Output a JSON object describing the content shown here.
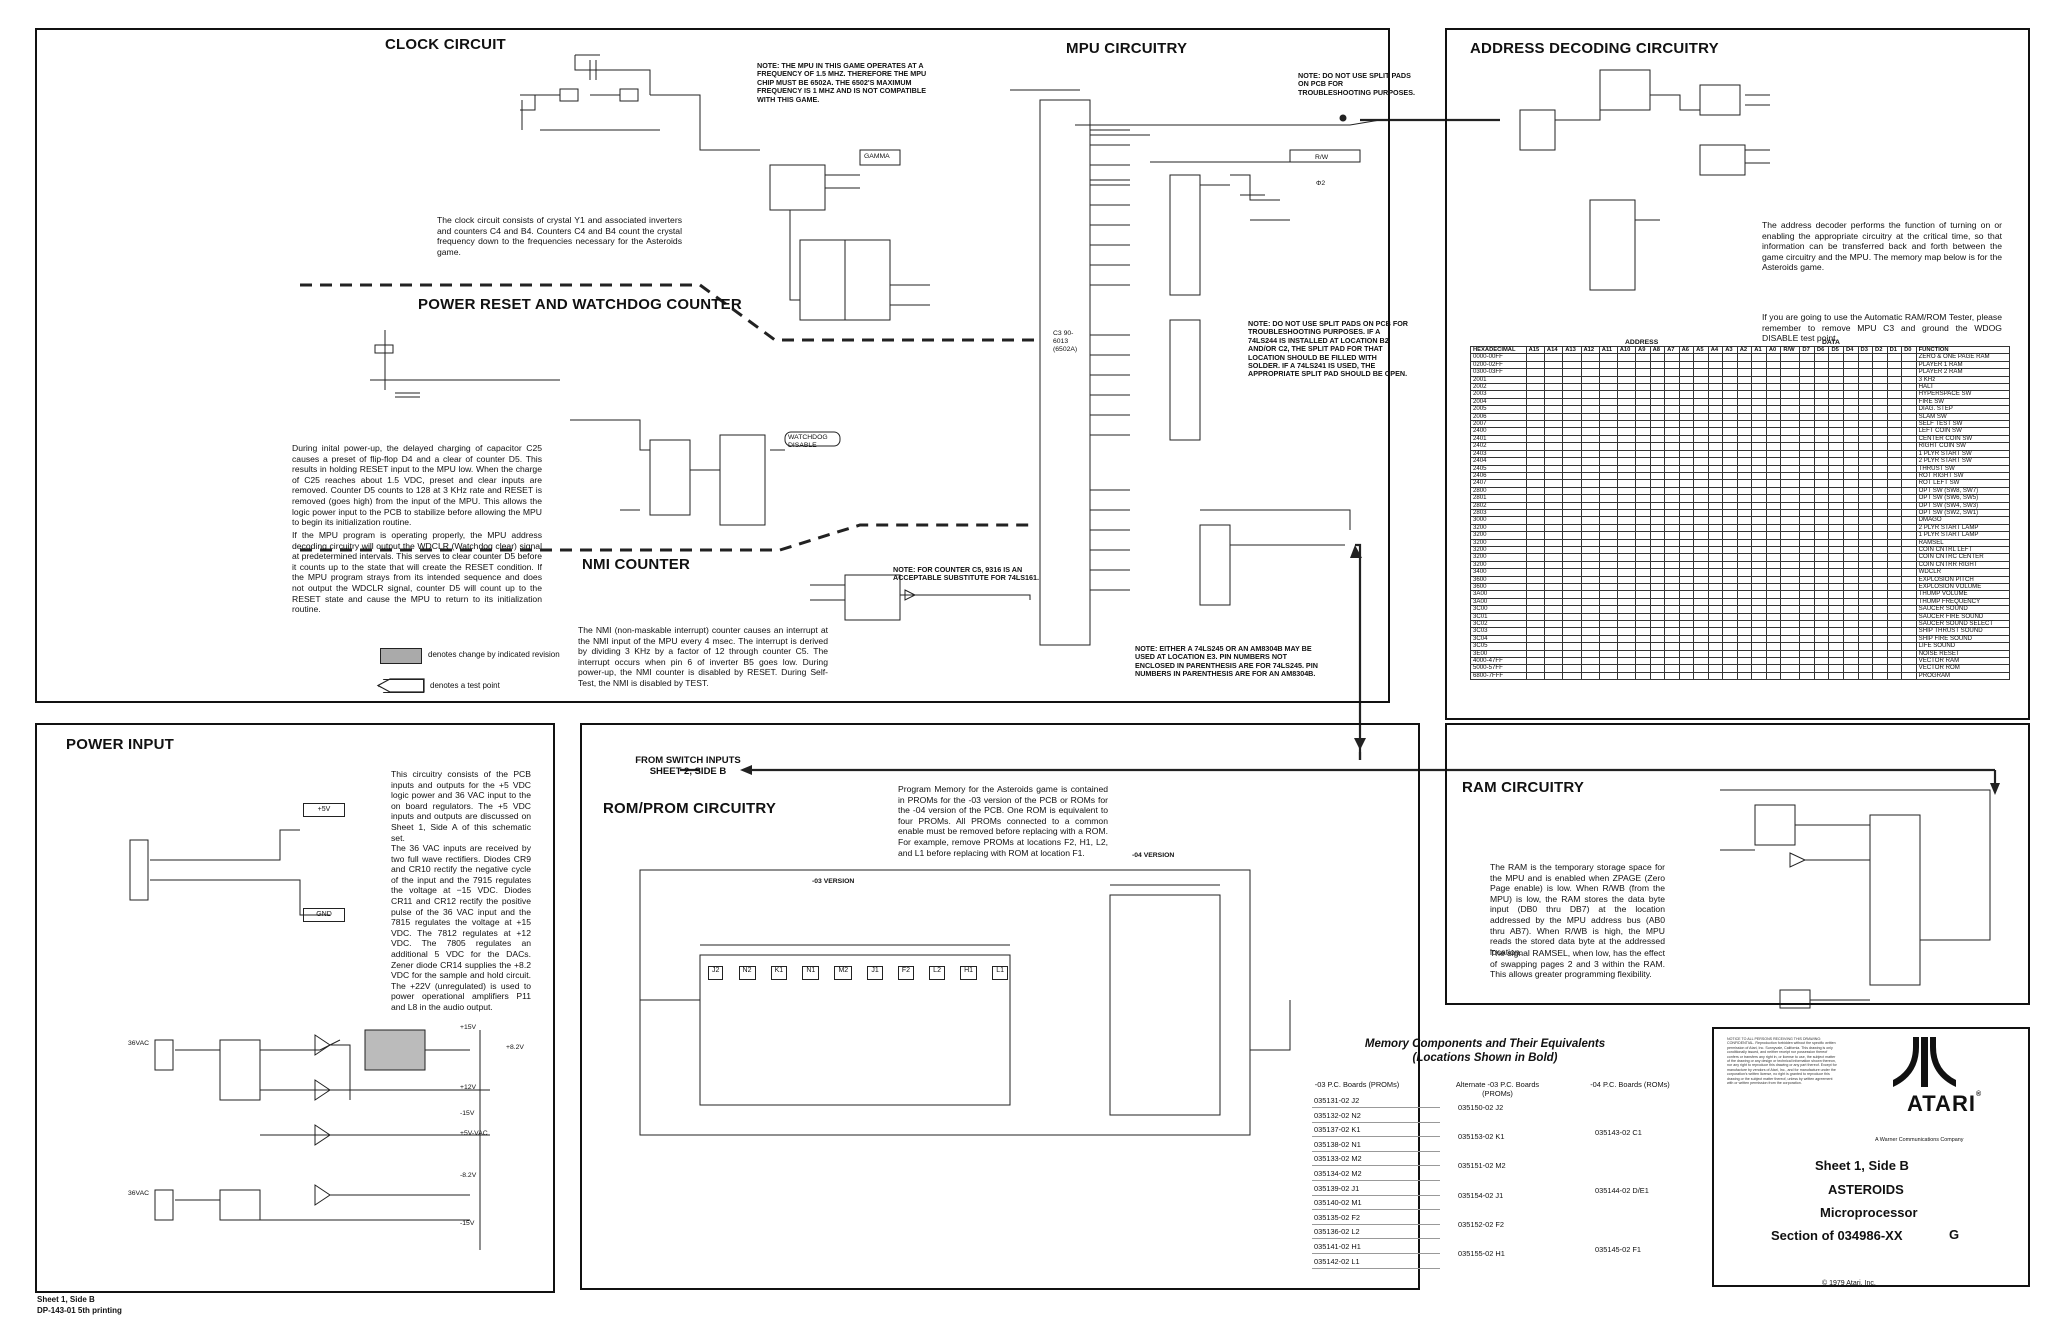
{
  "sections": {
    "clock": {
      "title": "CLOCK CIRCUIT",
      "text": "The clock circuit consists of crystal Y1 and associated inverters and counters C4 and B4. Counters C4 and B4 count the crystal frequency down to the frequencies necessary for the Asteroids game."
    },
    "power_reset": {
      "title": "POWER RESET AND WATCHDOG COUNTER",
      "text1": "During inital power-up, the delayed charging of capacitor C25 causes a preset of flip-flop D4 and a clear of counter D5. This results in holding RESET input to the MPU low. When the charge of C25 reaches about 1.5 VDC, preset and clear inputs are removed. Counter D5 counts to 128 at 3 KHz rate and RESET is removed (goes high) from the input of the MPU. This allows the logic power input to the PCB to stabilize before allowing the MPU to begin its initialization routine.",
      "text2": "If the MPU program is operating properly, the MPU address decoding circuitry will output the WDCLR (Watchdog clear) signal at predetermined intervals. This serves to clear counter D5 before it counts up to the state that will create the RESET condition. If the MPU program strays from its intended sequence and does not output the WDCLR signal, counter D5 will count up to the RESET state and cause the MPU to return to its initialization routine."
    },
    "nmi": {
      "title": "NMI COUNTER",
      "note": "NOTE: FOR COUNTER C5, 9316 IS AN ACCEPTABLE SUBSTITUTE FOR 74LS161.",
      "text": "The NMI (non-maskable interrupt) counter causes an interrupt at the NMI input of the MPU every 4 msec. The interrupt is derived by dividing 3 KHz by a factor of 12 through counter C5. The interrupt occurs when pin 6 of inverter B5 goes low. During power-up, the NMI counter is disabled by RESET. During Self-Test, the NMI is disabled by TEST."
    },
    "mpu": {
      "title": "MPU CIRCUITRY",
      "note1": "NOTE: THE MPU IN THIS GAME OPERATES AT A FREQUENCY OF 1.5 MHZ. THEREFORE THE MPU CHIP MUST BE 6502A. THE 6502'S MAXIMUM FREQUENCY IS 1 MHZ AND IS NOT COMPATIBLE WITH THIS GAME.",
      "note2": "NOTE: DO NOT USE SPLIT PADS ON PCB FOR TROUBLESHOOTING PURPOSES.",
      "note3": "NOTE: DO NOT USE SPLIT PADS ON PCB FOR TROUBLESHOOTING PURPOSES. IF A 74LS244 IS INSTALLED AT LOCATION B2 AND/OR C2, THE SPLIT PAD FOR THAT LOCATION SHOULD BE FILLED WITH SOLDER. IF A 74LS241 IS USED, THE APPROPRIATE SPLIT PAD SHOULD BE OPEN.",
      "note4": "NOTE: EITHER A 74LS245 OR AN AM8304B MAY BE USED AT LOCATION E3. PIN NUMBERS NOT ENCLOSED IN PARENTHESIS ARE FOR 74LS245. PIN NUMBERS IN PARENTHESIS ARE FOR AN AM8304B.",
      "chip_label": "C3 90-6013 (6502A)",
      "gamma": "GAMMA",
      "watchdog": "WATCHDOG DISABLE",
      "rw": "R/W",
      "phi2": "Φ2"
    },
    "address": {
      "title": "ADDRESS DECODING CIRCUITRY",
      "text1": "The address decoder performs the function of turning on or enabling the appropriate circuitry at the critical time, so that information can be transferred back and forth between the game circuitry and the MPU. The memory map below is for the Asteroids game.",
      "text2": "If you are going to use the Automatic RAM/ROM Tester, please remember to remove MPU C3 and ground the WDOG DISABLE test point."
    },
    "power_input": {
      "title": "POWER INPUT",
      "text1": "This circuitry consists of the PCB inputs and outputs for the +5 VDC logic power and 36 VAC input to the on board regulators. The +5 VDC inputs and outputs are discussed on Sheet 1, Side A of this schematic set.",
      "text2": "The 36 VAC inputs are received by two full wave rectifiers. Diodes CR9 and CR10 rectify the negative cycle of the input and the 7915 regulates the voltage at −15 VDC. Diodes CR11 and CR12 rectify the positive pulse of the 36 VAC input and the 7815 regulates the voltage at +15 VDC. The 7812 regulates at +12 VDC. The 7805 regulates an additional 5 VDC for the DACs. Zener diode CR14 supplies the +8.2 VDC for the sample and hold circuit. The +22V (unregulated) is used to power operational amplifiers P11 and L8 in the audio output.",
      "labels": [
        "+5V",
        "GND",
        "36VAC",
        "36VAC",
        "+15V",
        "+12V",
        "-15V",
        "+5V-VAC",
        "-8.2V",
        "+8.2V",
        "-15V"
      ]
    },
    "rom": {
      "title": "ROM/PROM CIRCUITRY",
      "from_switch": "FROM SWITCH INPUTS SHEET 2, SIDE B",
      "text": "Program Memory for the Asteroids game is contained in PROMs for the -03 version of the PCB or ROMs for the -04 version of the PCB. One ROM is equivalent to four PROMs. All PROMs connected to a common enable must be removed before replacing with a ROM. For example, remove PROMs at locations F2, H1, L2, and L1 before replacing with ROM at location F1.",
      "v03": "-03 VERSION",
      "v04": "-04 VERSION",
      "prom_chips": [
        "J2",
        "N2",
        "K1",
        "N1",
        "M2",
        "J1",
        "F2",
        "L2",
        "H1",
        "L1"
      ]
    },
    "ram": {
      "title": "RAM CIRCUITRY",
      "text1": "The RAM is the temporary storage space for the MPU and is enabled when ZPAGE (Zero Page enable) is low. When R/WB (from the MPU) is low, the RAM stores the data byte input (DB0 thru DB7) at the location addressed by the MPU address bus (AB0 thru AB7). When R/WB is high, the MPU reads the stored data byte at the addressed location.",
      "text2": "The signal RAMSEL, when low, has the effect of swapping pages 2 and 3 within the RAM. This allows greater programming flexibility."
    },
    "legend": {
      "change": "denotes change by indicated revision",
      "testpoint": "denotes a test point"
    }
  },
  "memory_map": {
    "header": [
      "HEXADECIMAL",
      "A15",
      "A14",
      "A13",
      "A12",
      "A11",
      "A10",
      "A9",
      "A8",
      "A7",
      "A6",
      "A5",
      "A4",
      "A3",
      "A2",
      "A1",
      "A0",
      "R/W",
      "D7",
      "D6",
      "D5",
      "D4",
      "D3",
      "D2",
      "D1",
      "D0",
      "FUNCTION"
    ],
    "rows": [
      [
        "0000-00FF",
        "ZERO & ONE PAGE RAM"
      ],
      [
        "0200-02FF",
        "PLAYER 1 RAM"
      ],
      [
        "0300-03FF",
        "PLAYER 2 RAM"
      ],
      [
        "2001",
        "3 KHz"
      ],
      [
        "2002",
        "HALT"
      ],
      [
        "2003",
        "HYPERSPACE SW"
      ],
      [
        "2004",
        "FIRE SW"
      ],
      [
        "2005",
        "DIAG. STEP"
      ],
      [
        "2006",
        "SLAM SW"
      ],
      [
        "2007",
        "SELF TEST SW"
      ],
      [
        "2400",
        "LEFT COIN SW"
      ],
      [
        "2401",
        "CENTER COIN SW"
      ],
      [
        "2402",
        "RIGHT COIN SW"
      ],
      [
        "2403",
        "1 PLYR START SW"
      ],
      [
        "2404",
        "2 PLYR START SW"
      ],
      [
        "2405",
        "THRUST SW"
      ],
      [
        "2406",
        "ROT RIGHT SW"
      ],
      [
        "2407",
        "ROT LEFT SW"
      ],
      [
        "2800",
        "OPT SW (SW8, SW7)"
      ],
      [
        "2801",
        "OPT SW (SW6, SW5)"
      ],
      [
        "2802",
        "OPT SW (SW4, SW3)"
      ],
      [
        "2803",
        "OPT SW (SW2, SW1)"
      ],
      [
        "3000",
        "DMAGO"
      ],
      [
        "3200",
        "2 PLYR START LAMP"
      ],
      [
        "3200",
        "1 PLYR START LAMP"
      ],
      [
        "3200",
        "RAMSEL"
      ],
      [
        "3200",
        "COIN CNTRL LEFT"
      ],
      [
        "3200",
        "COIN CNTRC CENTER"
      ],
      [
        "3200",
        "COIN CNTRR RIGHT"
      ],
      [
        "3400",
        "WDCLR"
      ],
      [
        "3600",
        "EXPLOSION PITCH"
      ],
      [
        "3600",
        "EXPLOSION VOLUME"
      ],
      [
        "3A00",
        "THUMP VOLUME"
      ],
      [
        "3A00",
        "THUMP FREQUENCY"
      ],
      [
        "3C00",
        "SAUCER SOUND"
      ],
      [
        "3C01",
        "SAUCER FIRE SOUND"
      ],
      [
        "3C02",
        "SAUCER SOUND SELECT"
      ],
      [
        "3C03",
        "SHIP THRUST SOUND"
      ],
      [
        "3C04",
        "SHIP FIRE SOUND"
      ],
      [
        "3C05",
        "LIFE SOUND"
      ],
      [
        "3E00",
        "NOISE RESET"
      ],
      [
        "4000-47FF",
        "VECTOR RAM"
      ],
      [
        "5000-57FF",
        "VECTOR ROM"
      ],
      [
        "6800-7FFF",
        "PROGRAM"
      ]
    ],
    "data_label": "DATA",
    "address_label": "ADDRESS"
  },
  "equivalents": {
    "title": "Memory Components and Their Equivalents",
    "subtitle": "(Locations Shown in Bold)",
    "col1": "-03 P.C. Boards (PROMs)",
    "col2": "Alternate -03 P.C. Boards (PROMs)",
    "col3": "-04 P.C. Boards (ROMs)",
    "rows": [
      [
        "035131-02",
        "J2"
      ],
      [
        "035132-02",
        "N2"
      ],
      [
        "035137-02",
        "K1"
      ],
      [
        "035138-02",
        "N1"
      ],
      [
        "035133-02",
        "M2"
      ],
      [
        "035134-02",
        "M2"
      ],
      [
        "035139-02",
        "J1"
      ],
      [
        "035140-02",
        "M1"
      ],
      [
        "035135-02",
        "F2"
      ],
      [
        "035136-02",
        "L2"
      ],
      [
        "035141-02",
        "H1"
      ],
      [
        "035142-02",
        "L1"
      ]
    ],
    "alt": [
      [
        "035150-02",
        "J2"
      ],
      [
        "035153-02",
        "K1"
      ],
      [
        "035151-02",
        "M2"
      ],
      [
        "035154-02",
        "J1"
      ],
      [
        "035152-02",
        "F2"
      ],
      [
        "035155-02",
        "H1"
      ]
    ],
    "roms": [
      [
        "035143-02",
        "C1"
      ],
      [
        "035144-02",
        "D/E1"
      ],
      [
        "035145-02",
        "F1"
      ]
    ]
  },
  "title_block": {
    "notice": "NOTICE TO ALL PERSONS RECEIVING THIS DRAWING: CONFIDENTIAL. Reproduction forbidden without the specific written permission of Atari, Inc. Sunnyvale, California. This drawing is only conditionally issued, and neither receipt nor possession thereof confers or transfers any right in, or license to use, the subject matter of the drawing or any design or technical information shown thereon, nor any right to reproduce this drawing or any part thereof. Except for manufacture by vendors of Atari, Inc., and for manufacture under the corporation's written license, no right is granted to reproduce this drawing or the subject matter thereof, unless by written agreement with or written permission from the corporation.",
    "brand": "ATARI",
    "registered": "®",
    "company": "A Warner Communications Company",
    "sheet": "Sheet 1, Side B",
    "game": "ASTEROIDS",
    "subject": "Microprocessor",
    "section": "Section of 034986-XX",
    "rev": "G",
    "copyright": "© 1979 Atari, Inc."
  },
  "footer": {
    "line1": "Sheet 1, Side B",
    "line2": "DP-143-01 5th printing"
  }
}
